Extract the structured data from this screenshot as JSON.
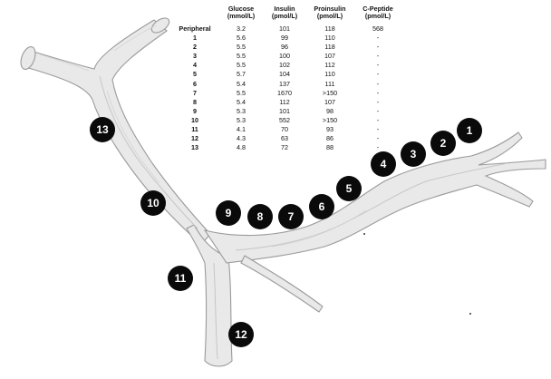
{
  "table": {
    "headers": {
      "site": "",
      "glucose": [
        "Glucose",
        "(mmol/L)"
      ],
      "insulin": [
        "Insulin",
        "(pmol/L)"
      ],
      "proinsulin": [
        "Proinsulin",
        "(pmol/L)"
      ],
      "cpeptide": [
        "C-Peptide",
        "(pmol/L)"
      ]
    },
    "rows": [
      {
        "site": "Peripheral",
        "glucose": "3.2",
        "insulin": "101",
        "proinsulin": "118",
        "cpeptide": "568"
      },
      {
        "site": "1",
        "glucose": "5.6",
        "insulin": "99",
        "proinsulin": "110",
        "cpeptide": "-"
      },
      {
        "site": "2",
        "glucose": "5.5",
        "insulin": "96",
        "proinsulin": "118",
        "cpeptide": "-"
      },
      {
        "site": "3",
        "glucose": "5.5",
        "insulin": "100",
        "proinsulin": "107",
        "cpeptide": "-"
      },
      {
        "site": "4",
        "glucose": "5.5",
        "insulin": "102",
        "proinsulin": "112",
        "cpeptide": "-"
      },
      {
        "site": "5",
        "glucose": "5.7",
        "insulin": "104",
        "proinsulin": "110",
        "cpeptide": "-"
      },
      {
        "site": "6",
        "glucose": "5.4",
        "insulin": "137",
        "proinsulin": "111",
        "cpeptide": "-"
      },
      {
        "site": "7",
        "glucose": "5.5",
        "insulin": "1670",
        "proinsulin": ">150",
        "cpeptide": "-"
      },
      {
        "site": "8",
        "glucose": "5.4",
        "insulin": "112",
        "proinsulin": "107",
        "cpeptide": "-"
      },
      {
        "site": "9",
        "glucose": "5.3",
        "insulin": "101",
        "proinsulin": "98",
        "cpeptide": "-"
      },
      {
        "site": "10",
        "glucose": "5.3",
        "insulin": "552",
        "proinsulin": ">150",
        "cpeptide": "-"
      },
      {
        "site": "11",
        "glucose": "4.1",
        "insulin": "70",
        "proinsulin": "93",
        "cpeptide": "-"
      },
      {
        "site": "12",
        "glucose": "4.3",
        "insulin": "63",
        "proinsulin": "86",
        "cpeptide": "-"
      },
      {
        "site": "13",
        "glucose": "4.8",
        "insulin": "72",
        "proinsulin": "88",
        "cpeptide": "-"
      }
    ]
  },
  "markers": [
    "1",
    "2",
    "3",
    "4",
    "5",
    "6",
    "7",
    "8",
    "9",
    "10",
    "11",
    "12",
    "13"
  ],
  "colors": {
    "marker_fill": "#0a0a0a",
    "marker_text": "#ffffff",
    "vessel_fill": "#e9e9e9",
    "vessel_outline": "#9a9a9a"
  }
}
